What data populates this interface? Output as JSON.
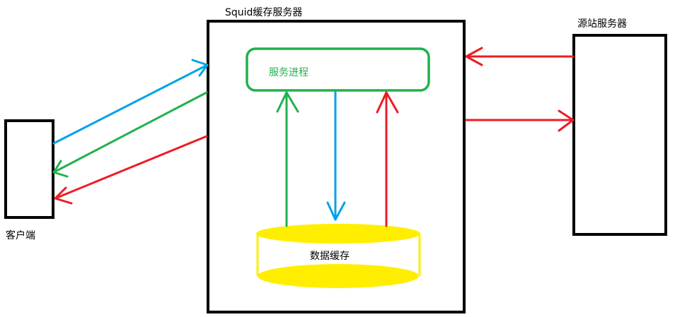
{
  "labels": {
    "squid_server": "Squid缓存服务器",
    "origin_server": "源站服务器",
    "client": "客户端",
    "service_process": "服务进程",
    "data_cache": "数据缓存"
  },
  "colors": {
    "box_stroke": "#000000",
    "process_green": "#22b14c",
    "arrow_blue": "#00a2e8",
    "arrow_green": "#22b14c",
    "arrow_red": "#ed1c24",
    "cache_fill": "#ffee00"
  }
}
